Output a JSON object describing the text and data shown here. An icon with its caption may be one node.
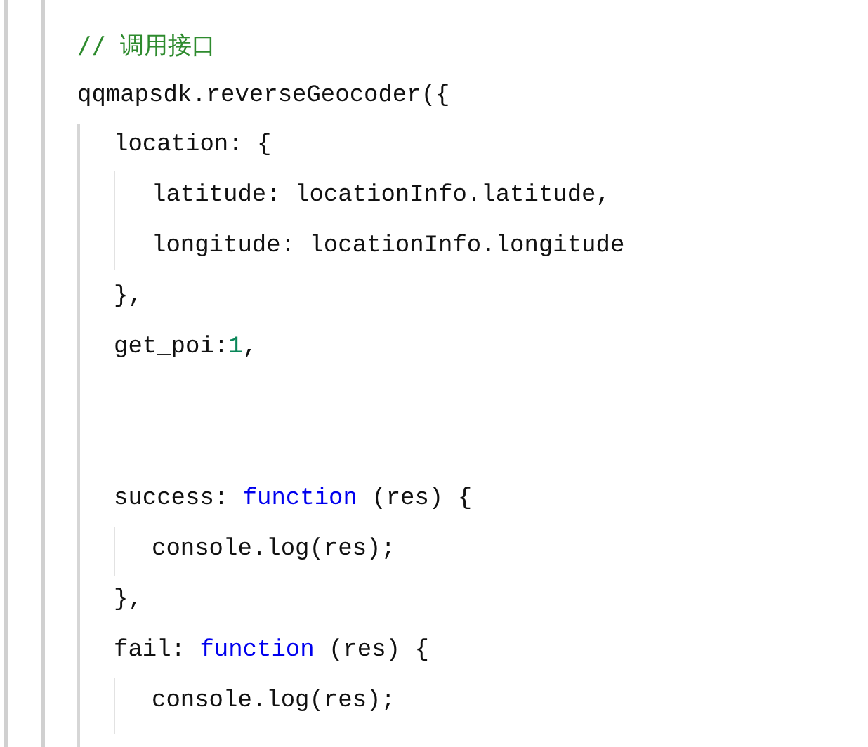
{
  "diagram": {
    "labels": [
      "// 调用接口",
      "qqmapsdk.reverseGeocoder({",
      "location: {",
      "latitude: locationInfo.latitude,",
      "longitude: locationInfo.longitude",
      "},",
      "get_poi:",
      "1",
      ",",
      "success:",
      "function",
      "(res) {",
      "console.log(res);",
      "},",
      "fail:",
      "function",
      "(res) {",
      "console.log(res);"
    ]
  }
}
